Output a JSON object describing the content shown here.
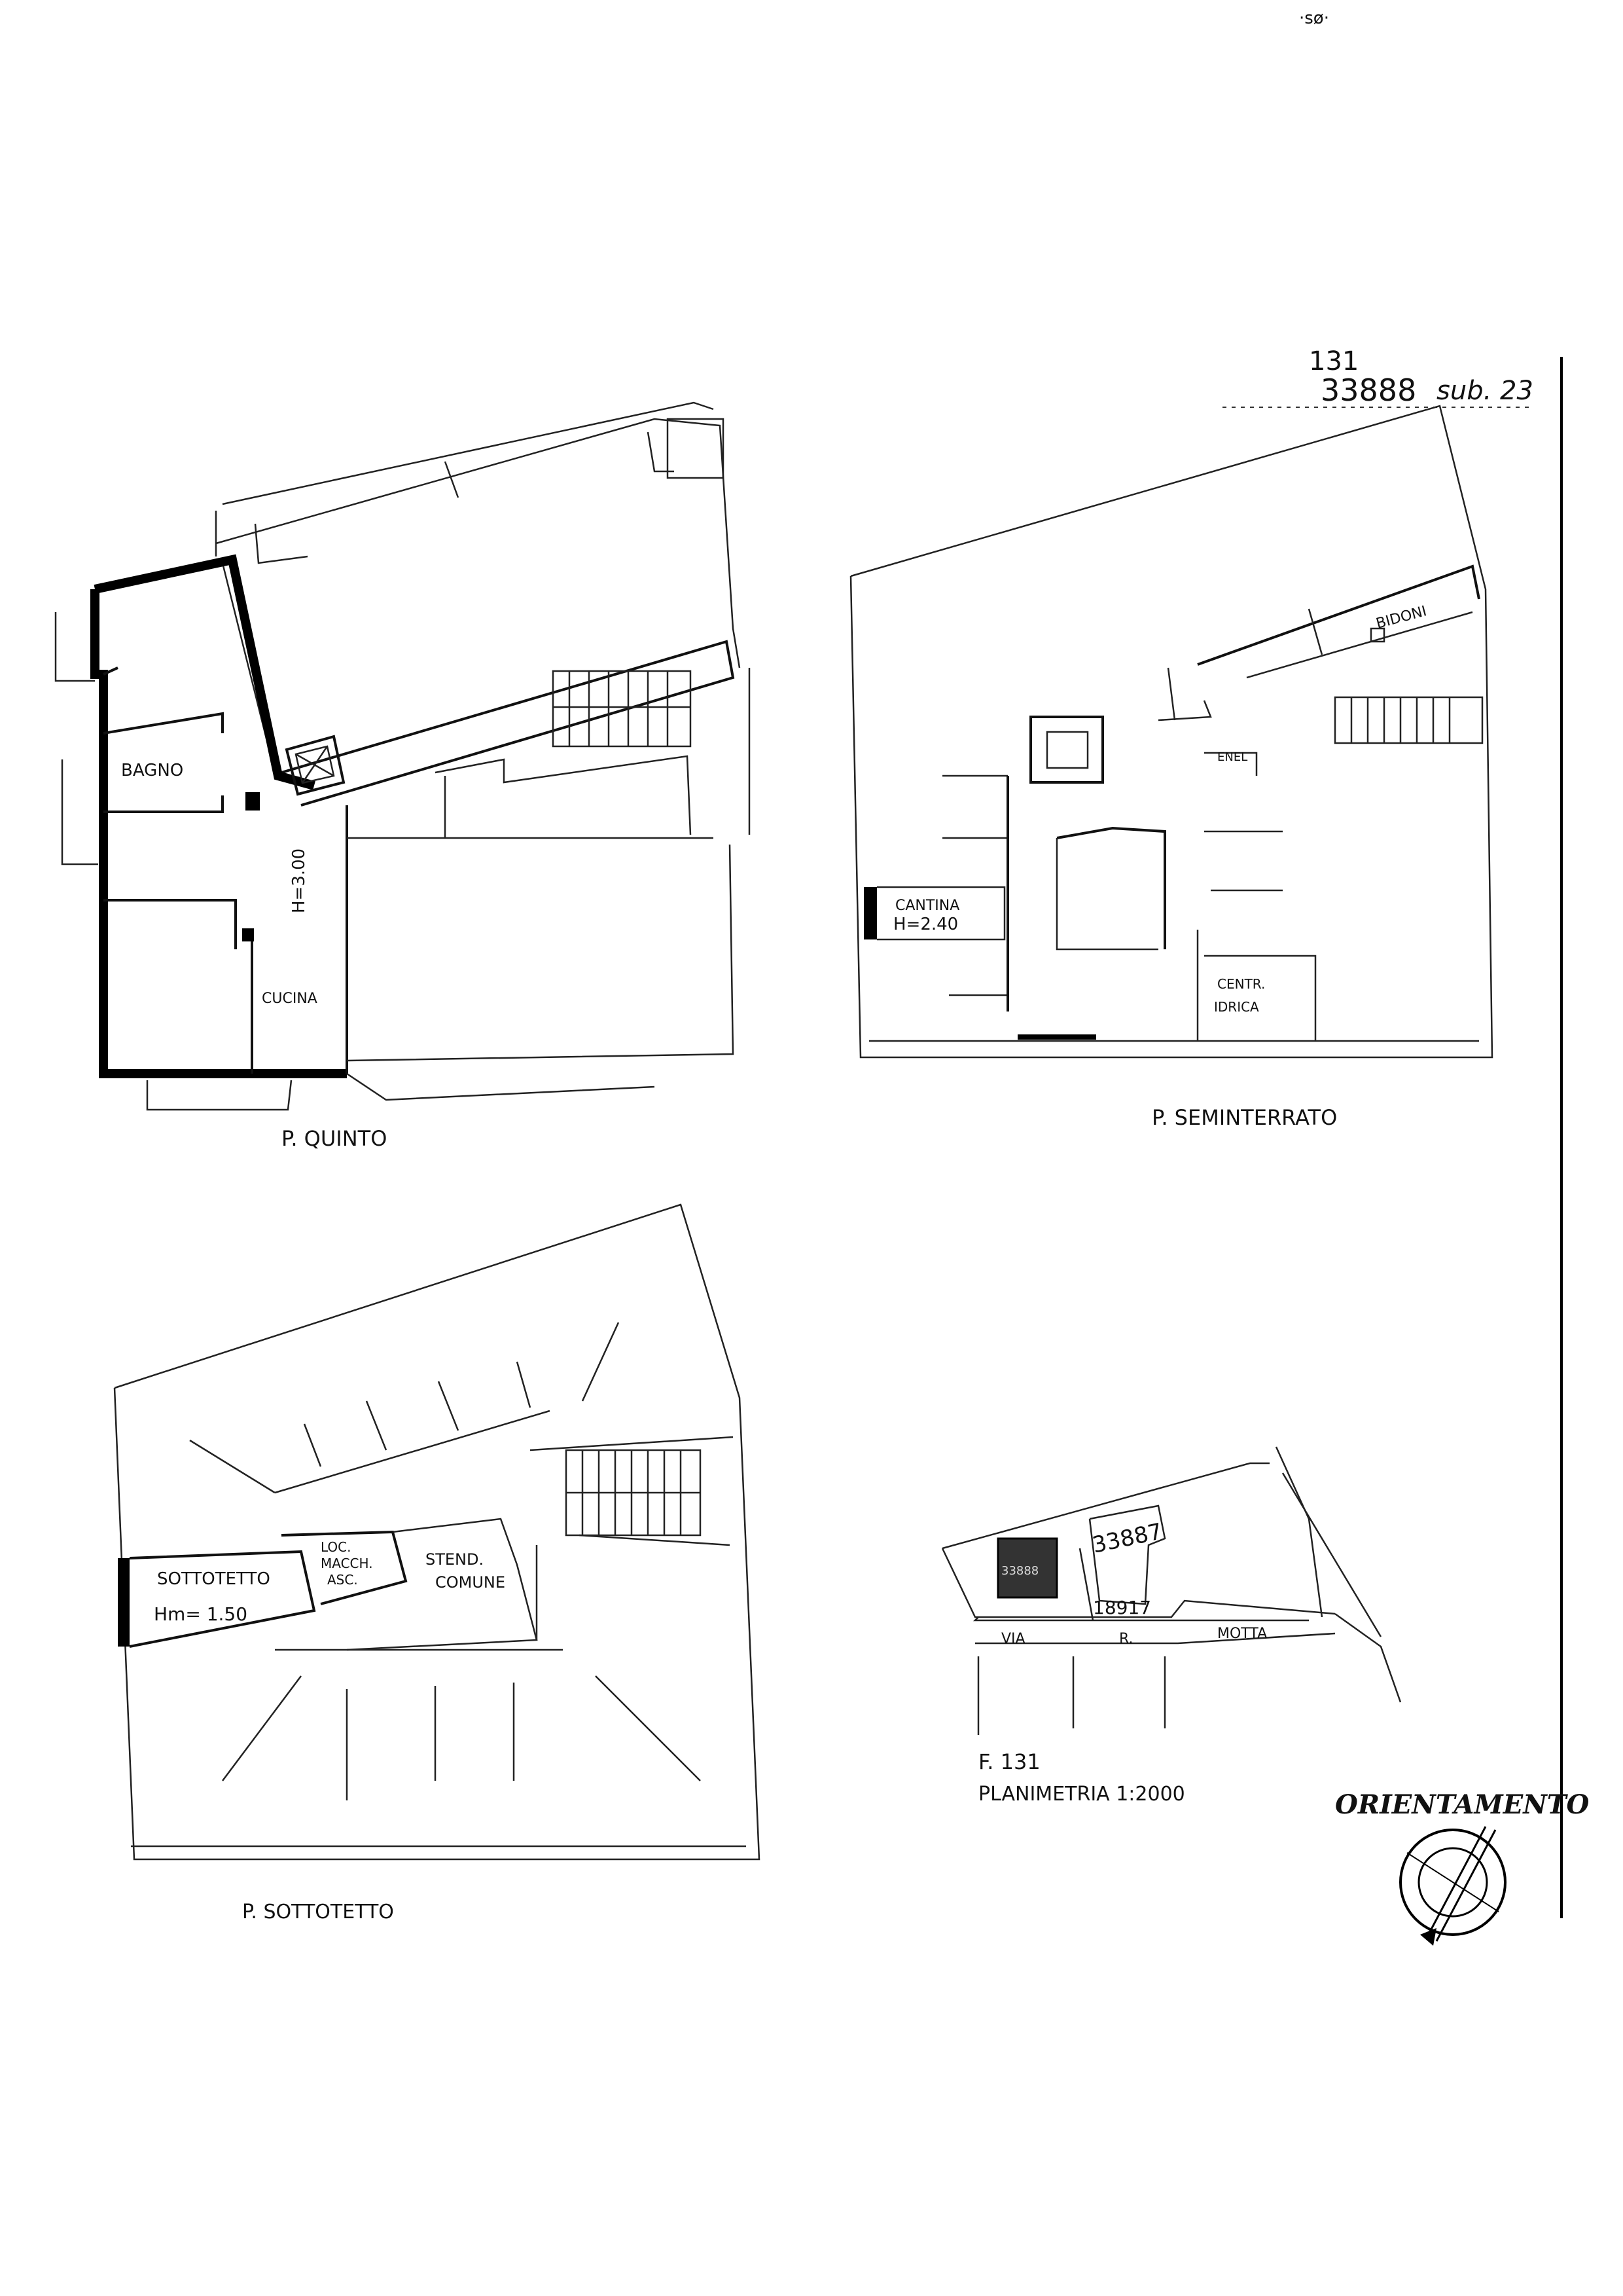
{
  "header": {
    "foglio": "131",
    "mappale": "33888",
    "subalterno": "sub. 23",
    "scan_mark": "·sø·"
  },
  "plan_quinto": {
    "title": "P. QUINTO",
    "rooms": {
      "bagno": "BAGNO",
      "cucina": "CUCINA",
      "height": "H=3.00"
    }
  },
  "plan_seminterrato": {
    "title": "P. SEMINTERRATO",
    "rooms": {
      "bidoni": "BIDONI",
      "enel": "ENEL",
      "cantina": "CANTINA",
      "cantina_height": "H=2.40",
      "centrale": "CENTR.",
      "idrica": "IDRICA"
    }
  },
  "plan_sottotetto": {
    "title": "P. SOTTOTETTO",
    "rooms": {
      "sottotetto": "SOTTOTETTO",
      "sottotetto_height": "Hm= 1.50",
      "loc": "LOC.",
      "macch": "MACCH.",
      "asc": "ASC.",
      "stend": "STEND.",
      "comune": "COMUNE"
    }
  },
  "site_plan": {
    "parcel_a": "33888",
    "parcel_b": "33887",
    "parcel_c": "18917",
    "street": [
      "VIA",
      "R.",
      "MOTTA"
    ],
    "foglio_label": "F. 131",
    "scale_label": "PLANIMETRIA 1:2000"
  },
  "orientation": {
    "label": "ORIENTAMENTO"
  }
}
